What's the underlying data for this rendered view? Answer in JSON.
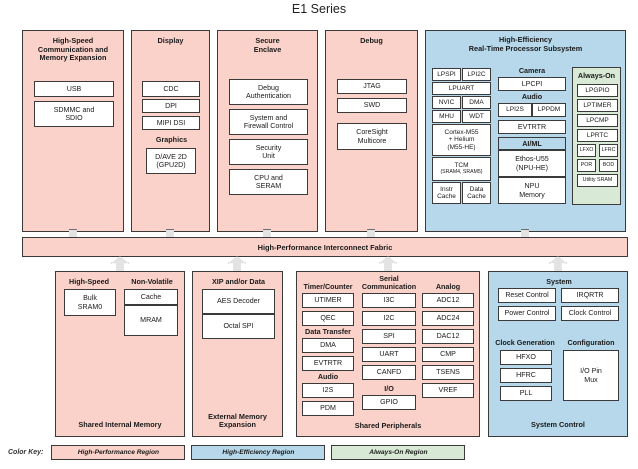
{
  "title": "E1 Series",
  "fabric": {
    "label": "High-Performance Interconnect Fabric"
  },
  "top_panels": {
    "hs_comm": {
      "title": "High-Speed\nCommunication and\nMemory Expansion",
      "blocks": [
        "USB",
        "SDMMC and\nSDIO"
      ]
    },
    "display": {
      "title": "Display",
      "blocks": [
        "CDC",
        "DPI",
        "MIPI DSI"
      ],
      "graphics_header": "Graphics",
      "graphics_blocks": [
        "D/AVE 2D\n(GPU2D)"
      ]
    },
    "secure_enclave": {
      "title": "Secure\nEnclave",
      "blocks": [
        "Debug\nAuthentication",
        "System and\nFirewall Control",
        "Security\nUnit",
        "CPU and\nSERAM"
      ]
    },
    "debug": {
      "title": "Debug",
      "blocks": [
        "JTAG",
        "SWD",
        "CoreSight\nMulticore"
      ]
    },
    "high_efficiency": {
      "title": "High-Efficiency\nReal-Time Processor Subsystem",
      "cpu_column": [
        "LPSPI",
        "LPI2C",
        "LPUART",
        "NVIC",
        "DMA",
        "MHU",
        "WDT",
        "Cortex-M55\n+ Helium\n(M55-HE)",
        "TCM",
        "(SRAM4, SRAM5)",
        "Instr\nCache",
        "Data\nCache"
      ],
      "camera_header": "Camera",
      "camera_blocks": [
        "LPCPI"
      ],
      "audio_header": "Audio",
      "audio_blocks": [
        "LPI2S",
        "LPPDM"
      ],
      "evtrtr": "EVTRTR",
      "aiml_header": "AI/ML",
      "aiml_blocks": [
        "Ethos-U55\n(NPU-HE)",
        "NPU\nMemory"
      ],
      "always_on_header": "Always-On",
      "always_on_blocks": [
        "LPGPIO",
        "LPTIMER",
        "LPCMP",
        "LPRTC",
        "LFXO",
        "LFRC",
        "POR",
        "BOD",
        "Utility SRAM"
      ]
    }
  },
  "bottom_panels": {
    "shared_internal_memory": {
      "footer": "Shared Internal Memory",
      "high_speed_header": "High-Speed",
      "high_speed_blocks": [
        "Bulk\nSRAM0"
      ],
      "non_volatile_header": "Non-Volatile",
      "non_volatile_blocks": [
        "Cache",
        "MRAM"
      ]
    },
    "external_memory": {
      "footer": "External Memory\nExpansion",
      "header": "XIP and/or Data",
      "blocks": [
        "AES Decoder",
        "Octal SPI"
      ]
    },
    "shared_peripherals": {
      "footer": "Shared Peripherals",
      "timer_header": "Timer/Counter",
      "timer_blocks": [
        "UTIMER",
        "QEC"
      ],
      "data_transfer_header": "Data Transfer",
      "data_transfer_blocks": [
        "DMA",
        "EVTRTR"
      ],
      "audio_header": "Audio",
      "audio_blocks": [
        "I2S",
        "PDM"
      ],
      "serial_header": "Serial\nCommunication",
      "serial_blocks": [
        "I3C",
        "I2C",
        "SPI",
        "UART",
        "CANFD"
      ],
      "io_header": "I/O",
      "io_blocks": [
        "GPIO"
      ],
      "analog_header": "Analog",
      "analog_blocks": [
        "ADC12",
        "ADC24",
        "DAC12",
        "CMP",
        "TSENS",
        "VREF"
      ]
    },
    "system_control": {
      "footer": "System Control",
      "system_header": "System",
      "system_blocks": [
        "Reset Control",
        "IRQRTR",
        "Power Control",
        "Clock Control"
      ],
      "clock_gen_header": "Clock Generation",
      "clock_gen_blocks": [
        "HFXO",
        "HFRC",
        "PLL"
      ],
      "configuration_header": "Configuration",
      "configuration_blocks": [
        "I/O Pin\nMux"
      ]
    }
  },
  "legend": {
    "label": "Color Key:",
    "items": [
      {
        "text": "High-Performance Region",
        "color": "#fad2ca"
      },
      {
        "text": "High-Efficiency Region",
        "color": "#b6d8ea"
      },
      {
        "text": "Always-On Region",
        "color": "#d8e9d5"
      }
    ]
  }
}
